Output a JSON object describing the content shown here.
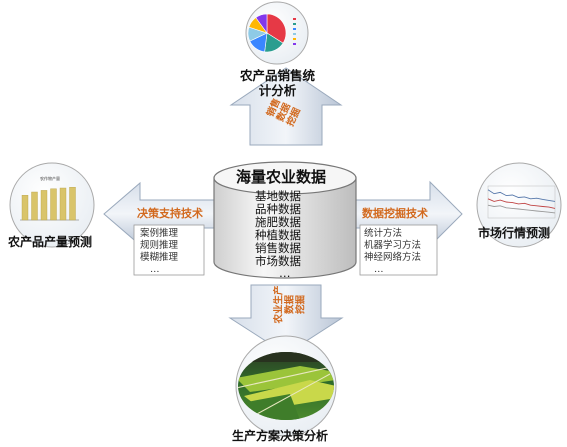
{
  "center": {
    "title": "海量农业数据",
    "items": [
      "基地数据",
      "品种数据",
      "施肥数据",
      "种植数据",
      "销售数据",
      "市场数据",
      "…"
    ]
  },
  "top": {
    "label_line1": "农产品销售统",
    "label_line2": "计分析",
    "tech": "销售数据挖掘"
  },
  "left": {
    "label": "农产品产量预测",
    "tech": "决策支持技术",
    "methods": [
      "案例推理",
      "规则推理",
      "模糊推理",
      "…"
    ],
    "chart_title": "农作物产量"
  },
  "right": {
    "label": "市场行情预测",
    "tech": "数据挖掘技术",
    "methods": [
      "统计方法",
      "机器学习方法",
      "神经网络方法",
      "…"
    ]
  },
  "bottom": {
    "label": "生产方案决策分析",
    "tech_line1": "农业生产数据",
    "tech_line2": "挖掘"
  },
  "chart_data": [
    {
      "type": "pie",
      "slices": [
        34,
        18,
        16,
        12,
        10,
        10
      ]
    },
    {
      "type": "bar",
      "title": "农作物产量",
      "values": [
        62,
        70,
        74,
        78,
        80,
        82
      ]
    },
    {
      "type": "line",
      "series": [
        {
          "values": [
            88,
            76,
            80,
            70,
            72,
            64,
            66,
            60,
            62,
            58,
            55,
            52
          ]
        },
        {
          "values": [
            60,
            52,
            56,
            50,
            48,
            44,
            46,
            40,
            38,
            36,
            34,
            30
          ]
        },
        {
          "values": [
            40,
            36,
            38,
            32,
            30,
            28,
            26,
            24,
            22,
            20,
            18,
            16
          ]
        }
      ]
    }
  ],
  "colors": {
    "arrow": "#c7d2e0",
    "arrow_edge": "#9aa9bc",
    "cylinder_top": "#f4f4f4",
    "cylinder_body": "#e6e6e6",
    "tech_text": "#d2691e",
    "pie": [
      "#e63946",
      "#2a9d8f",
      "#3a86ff",
      "#8ecae6",
      "#ffb703",
      "#8338ec"
    ],
    "bar": "#d9c46a",
    "line": [
      "#5577aa",
      "#c04444",
      "#999999"
    ]
  }
}
